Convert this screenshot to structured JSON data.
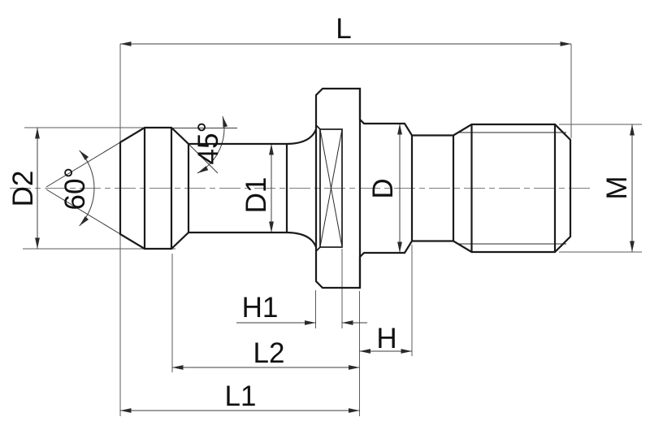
{
  "drawing": {
    "background": "#ffffff",
    "line_color": "#1a1a1a",
    "labels": {
      "L": "L",
      "D2": "D2",
      "deg60": "60°",
      "deg45": "45°",
      "D1": "D1",
      "D": "D",
      "M": "M",
      "H1": "H1",
      "H": "H",
      "L2": "L2",
      "L1": "L1"
    }
  }
}
